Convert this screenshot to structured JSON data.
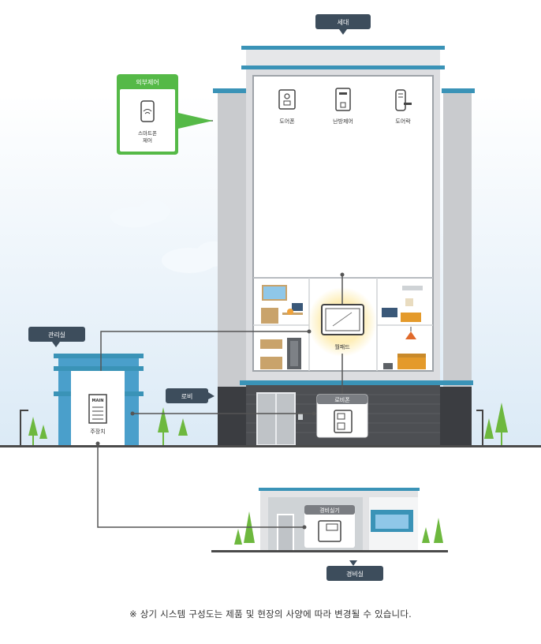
{
  "labels": {
    "unit": "세대",
    "external_control": "외부제어",
    "smartphone_line1": "스마트폰",
    "smartphone_line2": "제어",
    "doorphone": "도어폰",
    "heating_control": "난방제어",
    "doorlock": "도어락",
    "wallpad": "월패드",
    "management_office": "관리실",
    "main_tag": "MAIN",
    "main_unit": "주장치",
    "lobby": "로비",
    "lobbyphone": "로비폰",
    "guard_room": "경비실",
    "guard_phone": "경비실기"
  },
  "note": "※ 상기 시스템 구성도는 제품 및 현장의 사양에 따라 변경될 수 있습니다.",
  "colors": {
    "sky": "#e4f0f9",
    "tag_dark": "#3d4d5c",
    "green": "#55b947",
    "teal": "#3a93b7",
    "wall_gray": "#d6d8da",
    "lobby_dark": "#4d4f53",
    "tree": "#6db83e",
    "ground": "#4a4a4a"
  }
}
